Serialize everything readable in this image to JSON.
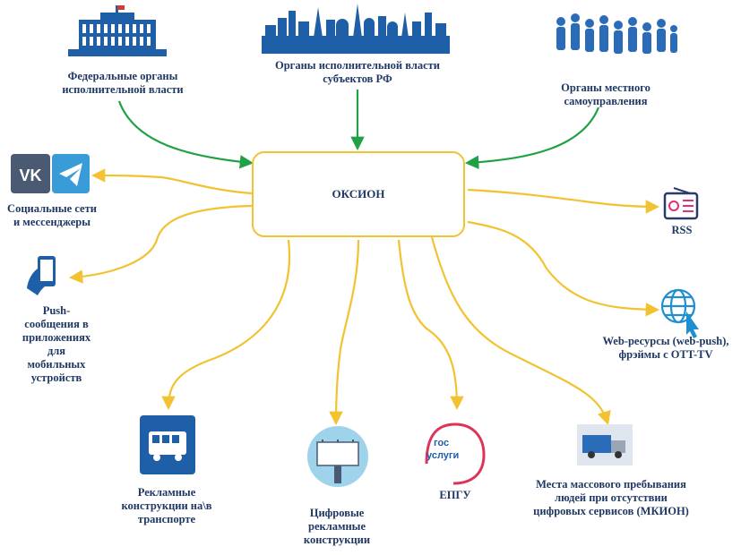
{
  "center": {
    "label": "ОКСИОН"
  },
  "sources": {
    "federal": "Федеральные органы исполнительной власти",
    "regional": "Органы исполнительной власти субъектов РФ",
    "local": "Органы местного самоуправления"
  },
  "channels": {
    "social": "Социальные сети и мессенджеры",
    "push": "Push-сообщения в приложениях для мобильных устройств",
    "transport": "Рекламные конструкции на\\в транспорте",
    "digital_ads": "Цифровые рекламные конструкции",
    "epgu": "ЕПГУ",
    "mass_places": "Места массового пребывания людей при отсутствии цифровых сервисов (МКИОН)",
    "web": "Web-ресурсы (web-push), фрэймы с OTT-TV",
    "rss": "RSS"
  },
  "icons": {
    "vk": "VK",
    "gosuslugi_line1": "гос",
    "gosuslugi_line2": "услуги"
  },
  "colors": {
    "inbound_arrow": "#21a045",
    "outbound_arrow": "#f2c230",
    "box_border": "#f2c230",
    "text": "#1f3864",
    "icon_blue": "#1f5fa8"
  }
}
